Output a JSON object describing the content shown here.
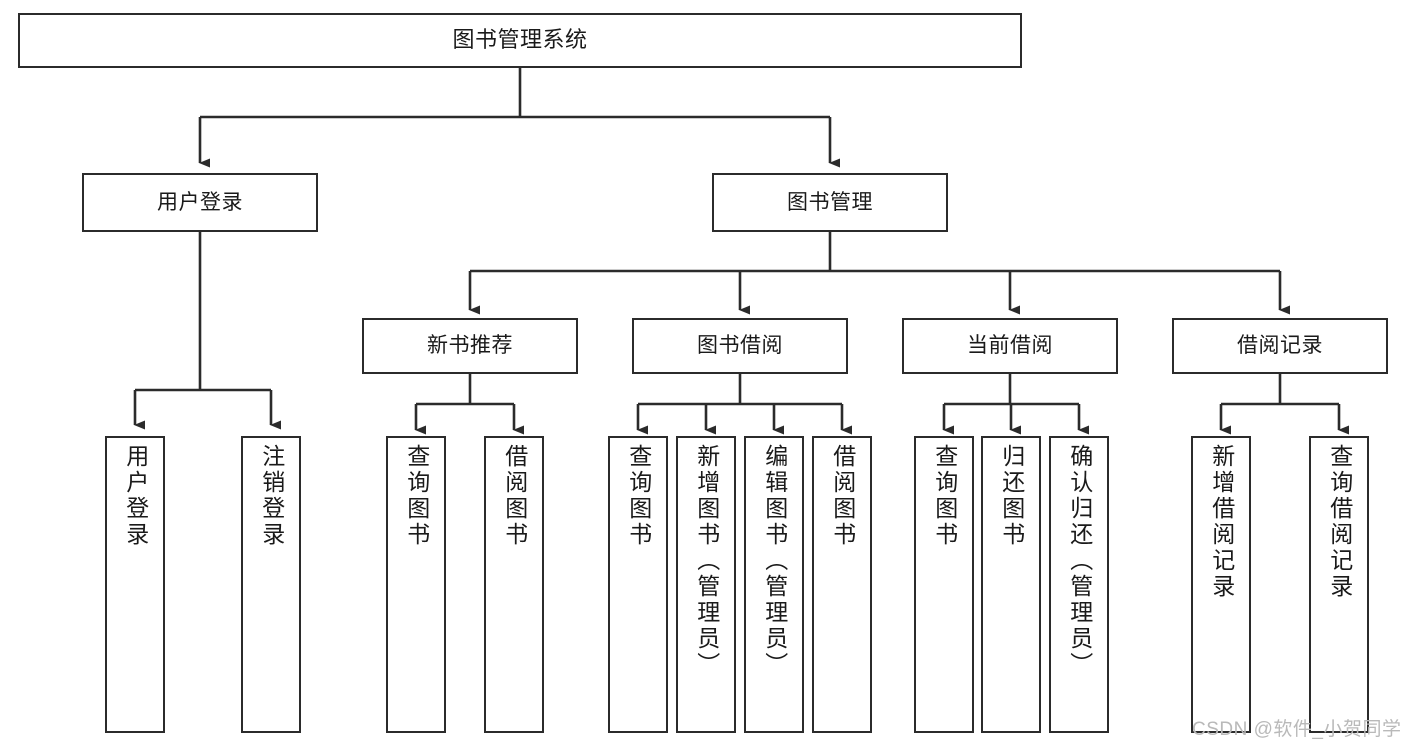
{
  "diagram": {
    "type": "tree-hierarchy",
    "title": "图书管理系统",
    "orientation": "top-down",
    "line_color": "#2b2b2b",
    "box_fill": "#ffffff",
    "text_color": "#1a1a1a",
    "watermark": "CSDN @软件_小贺同学",
    "nodes": {
      "root": {
        "label": "图书管理系统"
      },
      "level2": [
        {
          "label": "用户登录"
        },
        {
          "label": "图书管理"
        }
      ],
      "level3": [
        {
          "label": "新书推荐"
        },
        {
          "label": "图书借阅"
        },
        {
          "label": "当前借阅"
        },
        {
          "label": "借阅记录"
        }
      ],
      "leaves": {
        "user_login": [
          {
            "label": "用户登录"
          },
          {
            "label": "注销登录"
          }
        ],
        "new_book_recommend": [
          {
            "label": "查询图书"
          },
          {
            "label": "借阅图书"
          }
        ],
        "book_borrow": [
          {
            "label": "查询图书"
          },
          {
            "label": "新增图书（管理员）"
          },
          {
            "label": "编辑图书（管理员）"
          },
          {
            "label": "借阅图书"
          }
        ],
        "current_borrow": [
          {
            "label": "查询图书"
          },
          {
            "label": "归还图书"
          },
          {
            "label": "确认归还（管理员）"
          }
        ],
        "borrow_record": [
          {
            "label": "新增借阅记录"
          },
          {
            "label": "查询借阅记录"
          }
        ]
      }
    }
  }
}
